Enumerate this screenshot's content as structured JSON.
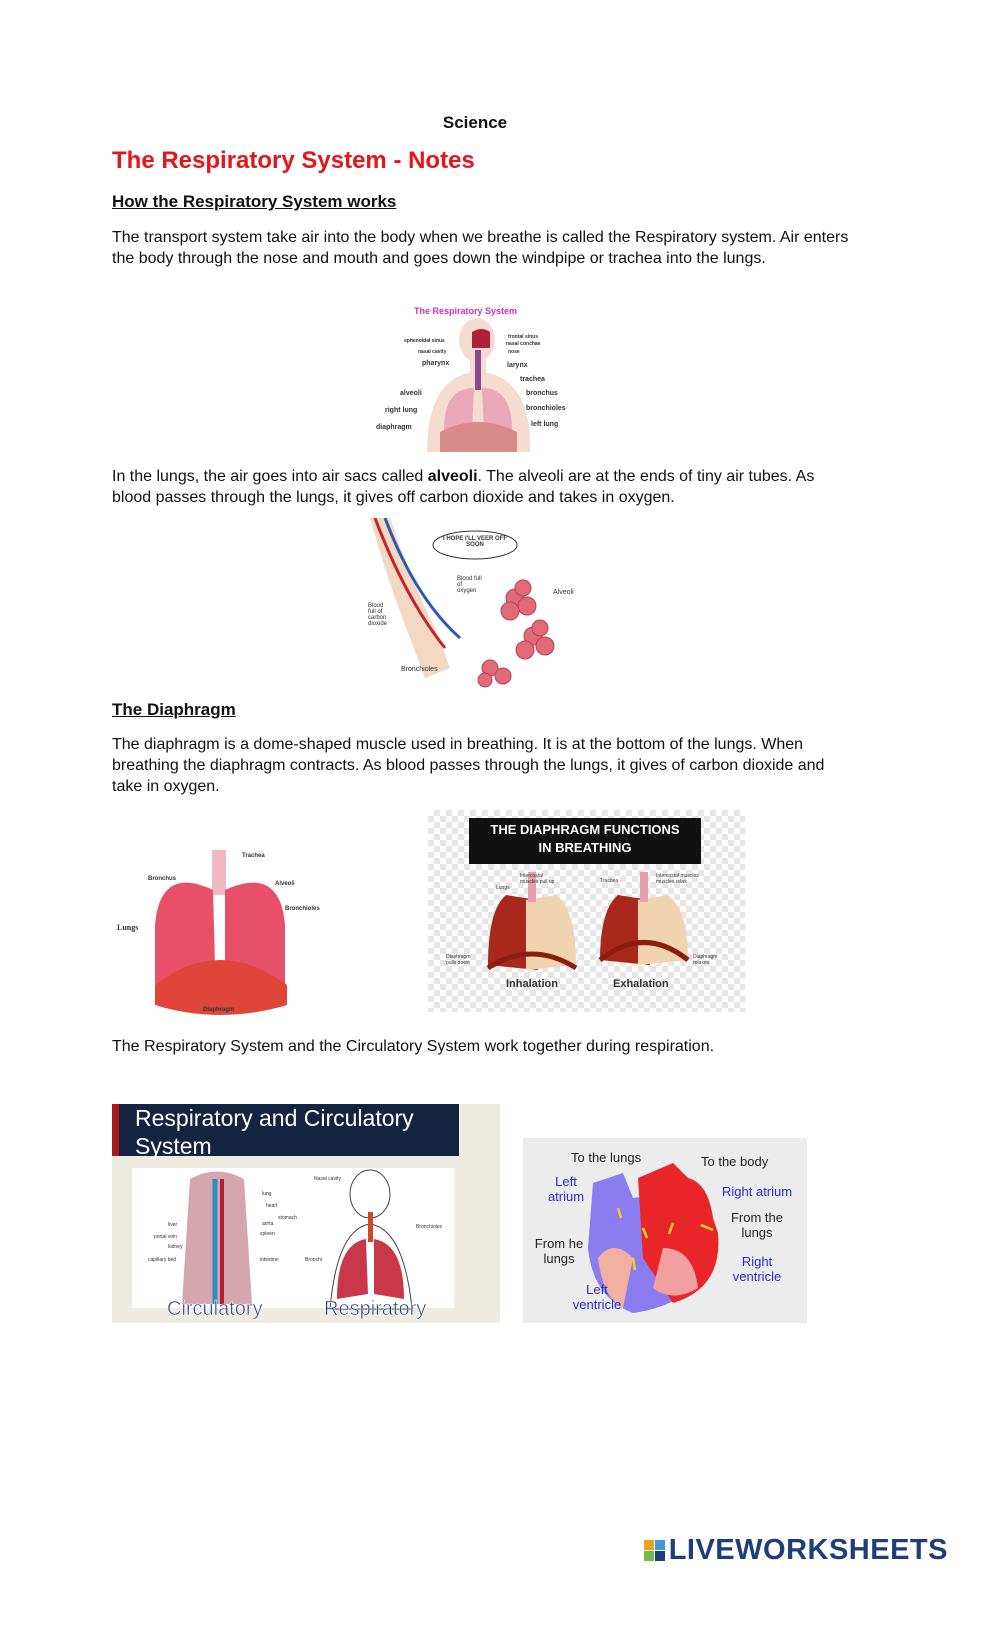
{
  "subject": "Science",
  "title": "The Respiratory System - Notes",
  "section1": {
    "heading": "How the Respiratory System works",
    "paragraph": "The transport system take air into the body when we breathe is called the Respiratory system. Air enters the body through the nose and mouth and goes down the windpipe or trachea into the lungs.",
    "figure": {
      "title": "The Respiratory System",
      "labels_left": [
        "sphenoidal sinus",
        "nasal cavity",
        "pharynx",
        "alveoli",
        "right lung",
        "diaphragm"
      ],
      "labels_right": [
        "frontal sinus",
        "nasal conchae",
        "nose",
        "larynx",
        "trachea",
        "bronchus",
        "bronchioles",
        "left lung"
      ]
    }
  },
  "section2": {
    "paragraph_before": "In the lungs, the air goes into air sacs called ",
    "bold_word": "alveoli",
    "paragraph_after": ". The alveoli are at the ends of tiny air tubes. As blood passes through the lungs, it gives off carbon dioxide and takes in oxygen.",
    "figure": {
      "speech": "I HOPE I'LL VEER OFF SOON",
      "labels": [
        "Blood full of oxygen",
        "Alveoli",
        "Blood full of carbon dioxide",
        "Bronchioles"
      ]
    }
  },
  "section3": {
    "heading": "The Diaphragm",
    "paragraph": "The diaphragm is a dome-shaped muscle used in breathing. It is at the bottom of the lungs. When breathing the diaphragm contracts. As blood passes through the lungs, it gives of carbon dioxide and take in oxygen.",
    "lungs_figure": {
      "labels": [
        "Trachea",
        "Bronchus",
        "Alveoli",
        "Bronchioles",
        "Lungs",
        "Diaphragm"
      ]
    },
    "functions_figure": {
      "title_line1": "THE DIAPHRAGM FUNCTIONS",
      "title_line2": "IN BREATHING",
      "labels": [
        "Intercostal muscles pull up",
        "Lungs",
        "Trachea",
        "Intercostal muscles muscles relax",
        "Diaphragm pulls down",
        "Diaphragm relaxes"
      ],
      "inhalation": "Inhalation",
      "exhalation": "Exhalation"
    }
  },
  "closing": "The Respiratory System and the Circulatory System work together during respiration.",
  "circ_figure": {
    "title": "Respiratory and Circulatory System",
    "labels_body": [
      "lung",
      "heart",
      "stomach",
      "aorta",
      "spleen",
      "liver",
      "portal vein",
      "kidney",
      "capillary bed",
      "intestine"
    ],
    "labels_head": [
      "Nasal cavity",
      "Bronchioles",
      "Bronchi"
    ],
    "circulatory": "Circulatory",
    "respiratory": "Respiratory"
  },
  "heart_figure": {
    "to_lungs": "To the lungs",
    "to_body": "To the body",
    "left_atrium": "Left atrium",
    "right_atrium": "Right atrium",
    "from_lungs_right": "From the lungs",
    "from_lungs_left": "From he lungs",
    "left_ventricle": "Left ventricle",
    "right_ventricle": "Right ventricle"
  },
  "watermark": "LIVEWORKSHEETS",
  "colors": {
    "title": "#e8141b",
    "logo": "#1f3d7a",
    "panel": "#14233f",
    "heart_blue": "#8b7cf0",
    "heart_red": "#e8262a"
  }
}
